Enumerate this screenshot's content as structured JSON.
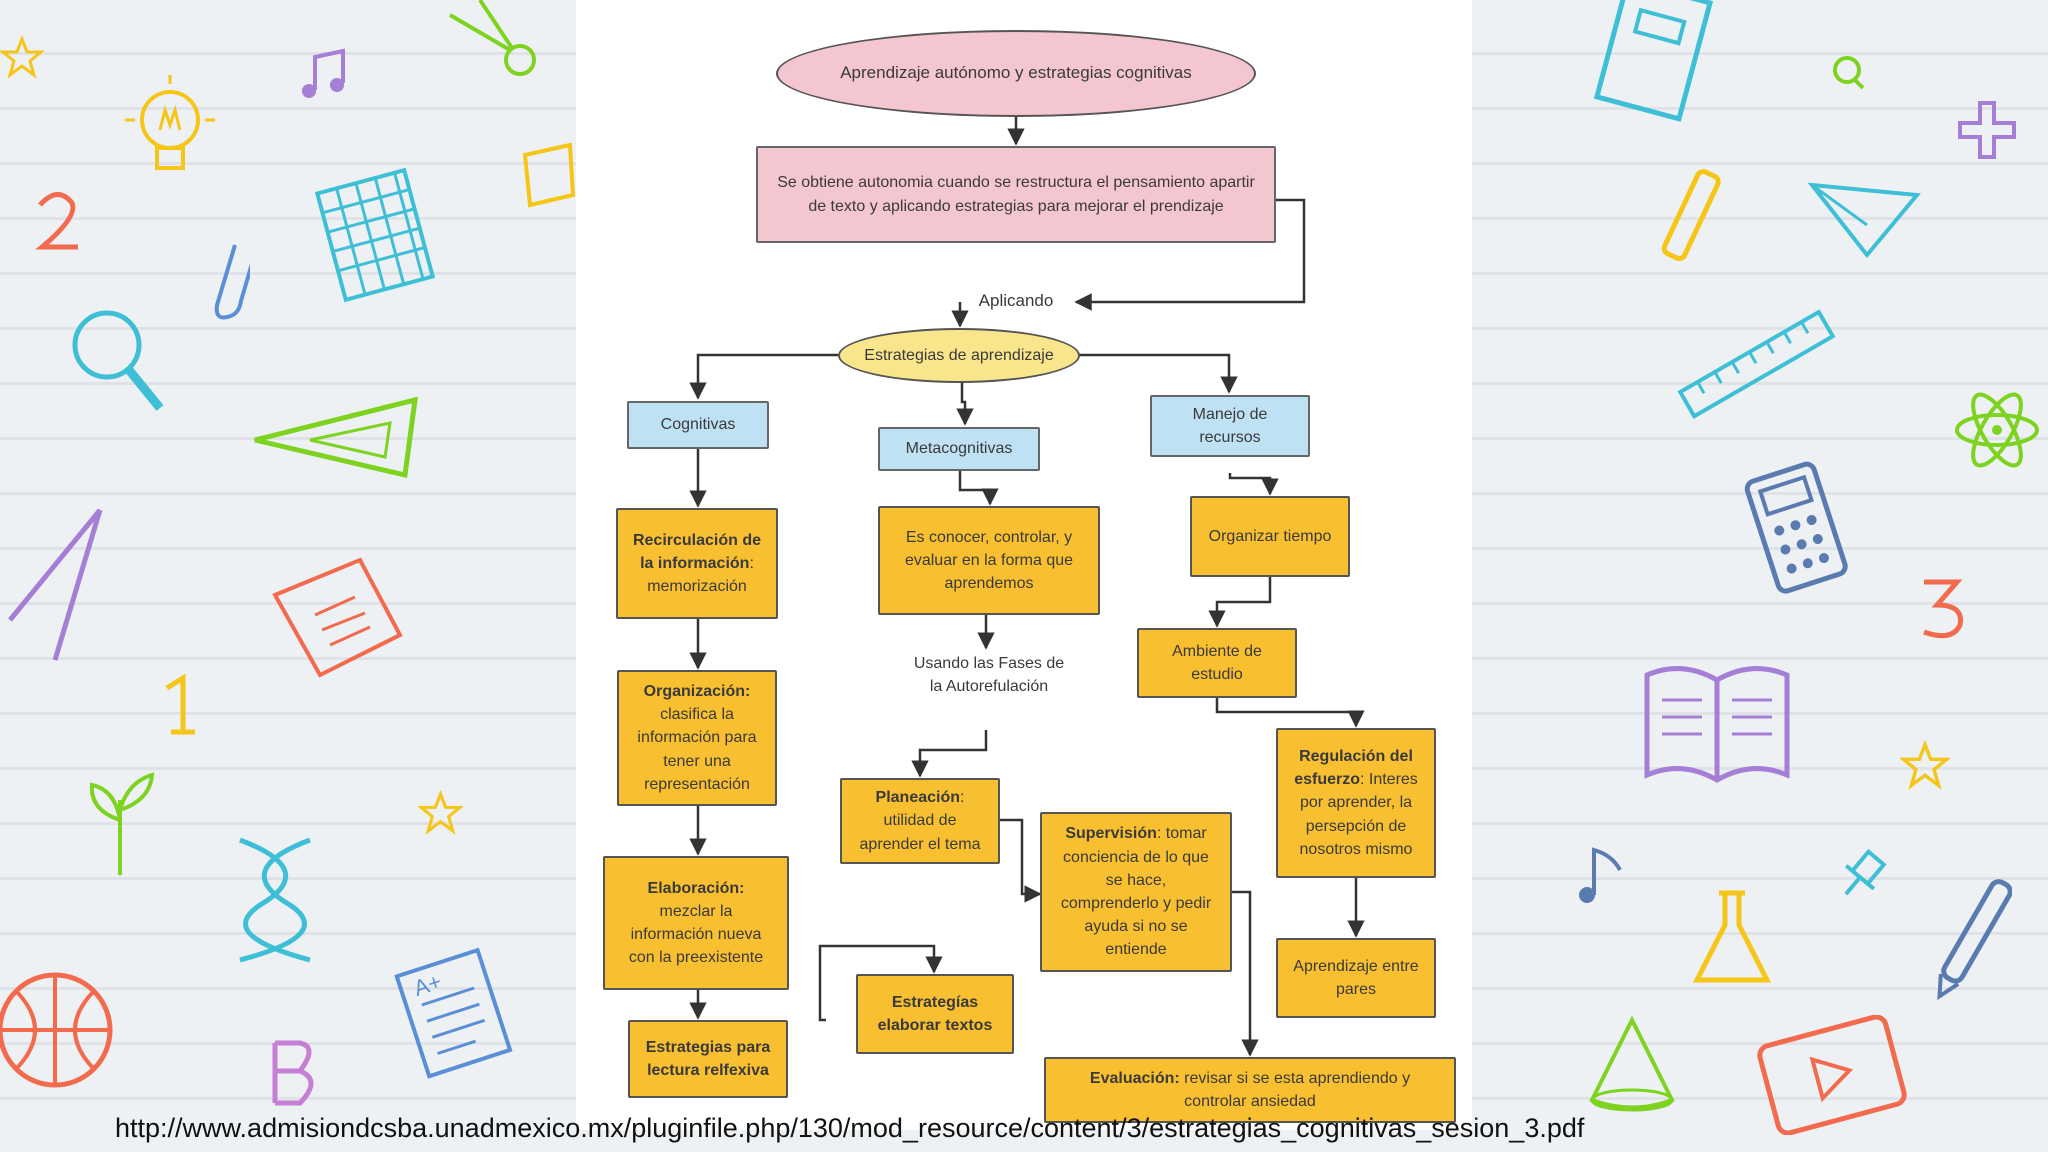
{
  "diagram": {
    "title": "Aprendizaje autónomo y estrategias cognitivas",
    "intro": "Se obtiene autonomia cuando se restructura el pensamiento apartir de texto y aplicando estrategias para mejorar el prendizaje",
    "aplicando": "Aplicando",
    "strategies": "Estrategias de aprendizaje",
    "cat_cognitivas": "Cognitivas",
    "cat_metacognitivas": "Metacognitivas",
    "cat_manejo": "Manejo de recursos",
    "cog_recirculacion_bold": "Recirculación de la información",
    "cog_recirculacion_text": ": memorización",
    "cog_organizacion_bold": "Organización:",
    "cog_organizacion_text": " clasifica la información para tener una representación",
    "cog_elaboracion_bold": "Elaboración:",
    "cog_elaboracion_text": " mezclar la información nueva con la preexistente",
    "cog_lectura": "Estrategias para lectura relfexiva",
    "cog_textos": "Estrategías elaborar textos",
    "meta_def": "Es conocer, controlar, y evaluar en la forma que aprendemos",
    "meta_fases": "Usando las Fases de la Autorefulación",
    "meta_planeacion_bold": "Planeación",
    "meta_planeacion_text": ": utilidad de aprender el tema",
    "meta_supervision_bold": "Supervisión",
    "meta_supervision_text": ": tomar conciencia de lo que se hace, comprenderlo y pedir ayuda si no se entiende",
    "meta_evaluacion_bold": "Evaluación:",
    "meta_evaluacion_text": " revisar si se esta aprendiendo y controlar ansiedad",
    "rec_tiempo": "Organizar tiempo",
    "rec_ambiente": "Ambiente de estudio",
    "rec_regulacion_bold": "Regulación del esfuerzo",
    "rec_regulacion_text": ": Interes por aprender, la persepción de nosotros mismo",
    "rec_pares": "Aprendizaje entre pares"
  },
  "footer": {
    "url": "http://www.admisiondcsba.unadmexico.mx/pluginfile.php/130/mod_resource/content/3/estrategias_cognitivas_sesion_3.pdf"
  },
  "colors": {
    "title_fill": "#f4c6cf",
    "strategies_fill": "#f8e58c",
    "category_fill": "#bfe1f4",
    "leaf_fill": "#f8bf31"
  }
}
